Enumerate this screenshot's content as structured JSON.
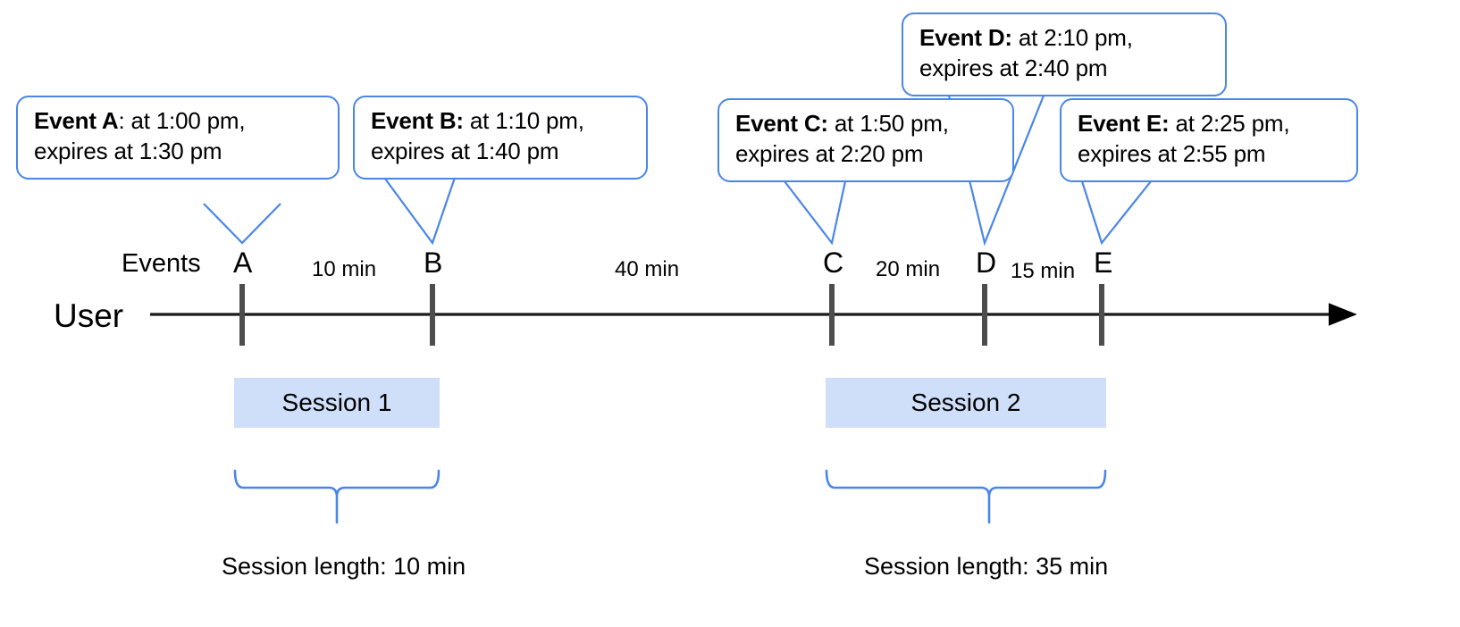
{
  "diagram": {
    "title": "User session timeline with events",
    "accent_color": "#4a86e8",
    "session_fill": "#cfdffa",
    "axis_color": "#3c3c3c"
  },
  "axis": {
    "row_label": "User",
    "events_label": "Events"
  },
  "events": [
    {
      "id": "A",
      "letter": "A",
      "bold_part": "Event A",
      "rest_line1": ": at 1:00 pm,",
      "line2": "expires at 1:30 pm",
      "time": "1:00 pm",
      "expires": "1:30 pm"
    },
    {
      "id": "B",
      "letter": "B",
      "bold_part": "Event B:",
      "rest_line1": " at 1:10 pm,",
      "line2": "expires at 1:40 pm",
      "time": "1:10 pm",
      "expires": "1:40 pm"
    },
    {
      "id": "C",
      "letter": "C",
      "bold_part": "Event C:",
      "rest_line1": " at 1:50 pm,",
      "line2": "expires at 2:20 pm",
      "time": "1:50 pm",
      "expires": "2:20 pm"
    },
    {
      "id": "D",
      "letter": "D",
      "bold_part": "Event D:",
      "rest_line1": " at 2:10 pm,",
      "line2": "expires at 2:40 pm",
      "time": "2:10 pm",
      "expires": "2:40 pm"
    },
    {
      "id": "E",
      "letter": "E",
      "bold_part": "Event E:",
      "rest_line1": " at 2:25 pm,",
      "line2": "expires at 2:55 pm",
      "time": "2:25 pm",
      "expires": "2:55 pm"
    }
  ],
  "gaps": [
    {
      "from": "A",
      "to": "B",
      "label": "10 min"
    },
    {
      "from": "B",
      "to": "C",
      "label": "40 min"
    },
    {
      "from": "C",
      "to": "D",
      "label": "20 min"
    },
    {
      "from": "D",
      "to": "E",
      "label": "15 min"
    }
  ],
  "sessions": [
    {
      "id": "1",
      "label": "Session 1",
      "caption": "Session length: 10 min",
      "length": "10 min"
    },
    {
      "id": "2",
      "label": "Session 2",
      "caption": "Session length: 35 min",
      "length": "35 min"
    }
  ]
}
